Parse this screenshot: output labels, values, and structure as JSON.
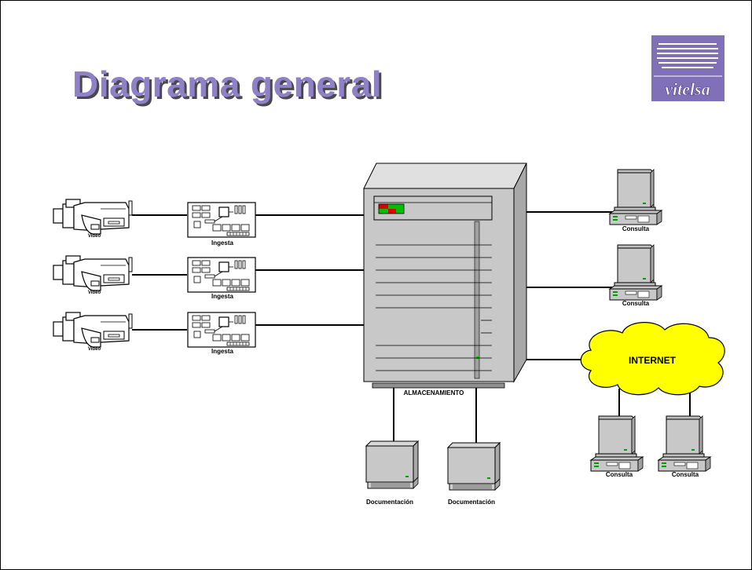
{
  "title": "Diagrama general",
  "logo_text": "vitelsa",
  "labels": {
    "video": "Video",
    "ingesta": "Ingesta",
    "almacenamiento": "ALMACENAMIENTO",
    "consulta": "Consulta",
    "internet": "INTERNET",
    "documentacion": "Documentación"
  },
  "colors": {
    "title": "#9080c8",
    "logo_bg": "#8070b8",
    "cloud": "#ffff00",
    "server": "#c8c8c8"
  },
  "icons": [
    "video-camera-icon",
    "capture-card-icon",
    "server-icon",
    "computer-icon",
    "cloud-icon",
    "logo-icon"
  ]
}
